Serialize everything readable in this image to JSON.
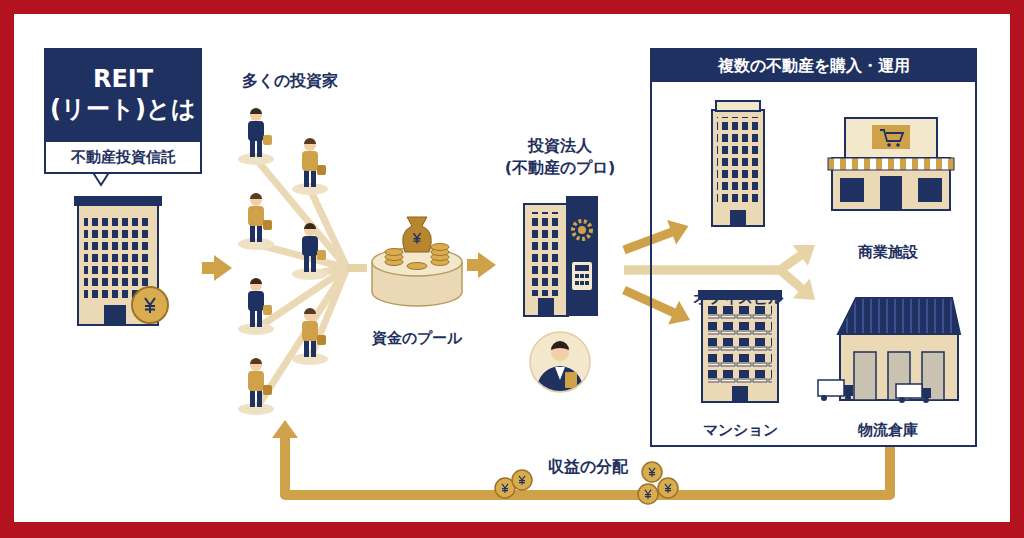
{
  "diagram": {
    "nodes": [
      {
        "text": [
          "REIT (リート)とは",
          "不動産投資信託"
        ]
      },
      {
        "text": [
          "多くの投資家"
        ]
      },
      {
        "text": [
          "資金のプール"
        ]
      },
      {
        "text": [
          "投資法人 (不動産のプロ)"
        ]
      },
      {
        "text": [
          "複数の不動産を購入・運用"
        ]
      },
      {
        "text": [
          "オフィスビル"
        ],
        "in": 4
      },
      {
        "text": [
          "商業施設"
        ],
        "in": 4
      },
      {
        "text": [
          "マンション"
        ],
        "in": 4
      },
      {
        "text": [
          "物流倉庫"
        ],
        "in": 4
      }
    ],
    "edges": [
      {
        "from": 0,
        "to": 1,
        "arrow": "to"
      },
      {
        "from": 1,
        "to": 2,
        "arrow": "none"
      },
      {
        "from": 2,
        "to": 3,
        "arrow": "to"
      },
      {
        "from": 3,
        "to": 5,
        "arrow": "to"
      },
      {
        "from": 3,
        "to": 6,
        "arrow": "to"
      },
      {
        "from": 3,
        "to": 7,
        "arrow": "to"
      },
      {
        "from": 3,
        "to": 8,
        "arrow": "to"
      },
      {
        "from": 4,
        "to": 1,
        "arrow": "to",
        "label": "収益の分配"
      }
    ]
  }
}
